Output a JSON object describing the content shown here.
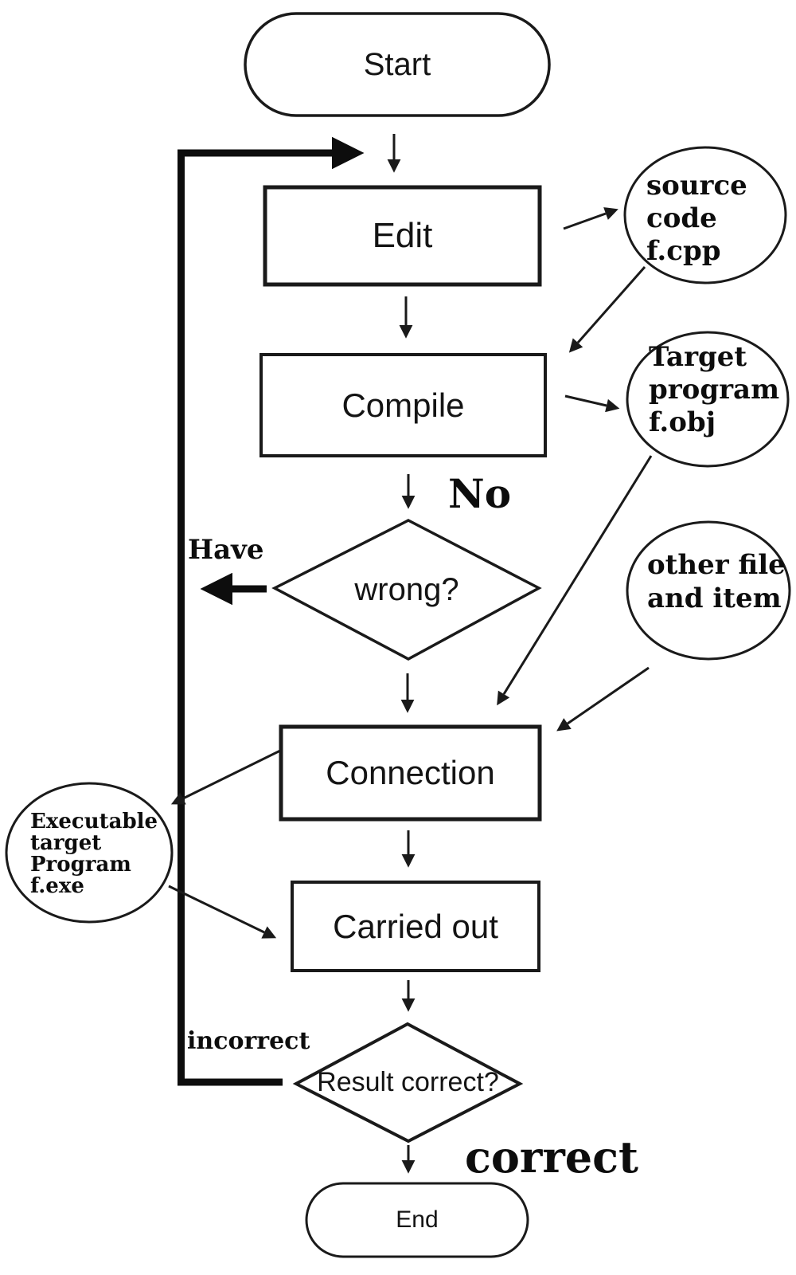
{
  "diagram": {
    "title_hint": "program edit-compile-run flowchart",
    "colors": {
      "ink": "#141414",
      "line": "#1a1a1a",
      "background": "#ffffff"
    },
    "nodes": {
      "start": {
        "label": "Start",
        "shape": "stadium"
      },
      "edit": {
        "label": "Edit",
        "shape": "rect"
      },
      "compile": {
        "label": "Compile",
        "shape": "rect"
      },
      "wrong": {
        "label": "wrong?",
        "shape": "diamond"
      },
      "connection": {
        "label": "Connection",
        "shape": "rect"
      },
      "carried_out": {
        "label": "Carried out",
        "shape": "rect"
      },
      "result_correct": {
        "label": "Result correct?",
        "shape": "diamond"
      },
      "end": {
        "label": "End",
        "shape": "stadium"
      }
    },
    "edge_labels": {
      "no": "No",
      "have": "Have",
      "incorrect": "incorrect",
      "correct": "correct"
    },
    "annotations": {
      "source_code": {
        "lines": [
          "source",
          "code f.cpp"
        ]
      },
      "target_program": {
        "lines": [
          "Target",
          "program",
          "f.obj"
        ]
      },
      "other_file": {
        "lines": [
          "other file",
          "and item"
        ]
      },
      "executable": {
        "lines": [
          "Executable",
          "target",
          "Program",
          "f.exe"
        ]
      }
    }
  }
}
